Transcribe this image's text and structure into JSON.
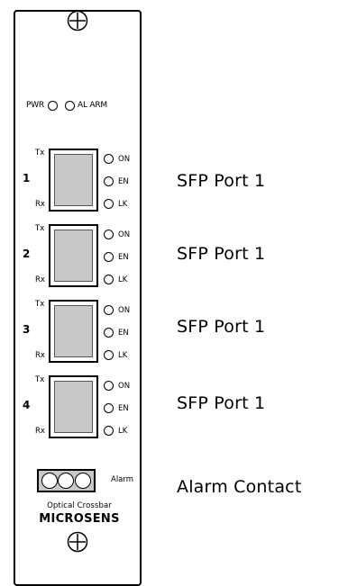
{
  "panel": {
    "status_leds": {
      "power_label": "PWR",
      "alarm_label": "AL ARM"
    },
    "ports": [
      {
        "number": "1",
        "tx_label": "Tx",
        "rx_label": "Rx",
        "led_labels": [
          "ON",
          "EN",
          "LK"
        ]
      },
      {
        "number": "2",
        "tx_label": "Tx",
        "rx_label": "Rx",
        "led_labels": [
          "ON",
          "EN",
          "LK"
        ]
      },
      {
        "number": "3",
        "tx_label": "Tx",
        "rx_label": "Rx",
        "led_labels": [
          "ON",
          "EN",
          "LK"
        ]
      },
      {
        "number": "4",
        "tx_label": "Tx",
        "rx_label": "Rx",
        "led_labels": [
          "ON",
          "EN",
          "LK"
        ]
      }
    ],
    "alarm_connector_label": "Alarm",
    "product_name": "Optical Crossbar",
    "brand_name": "MICROSENS"
  },
  "callouts": [
    "SFP Port 1",
    "SFP Port 1",
    "SFP Port 1",
    "SFP Port 1",
    "Alarm Contact"
  ],
  "colors": {
    "outline": "#000000",
    "cage_fill": "#c8c8c8",
    "background": "#ffffff"
  }
}
